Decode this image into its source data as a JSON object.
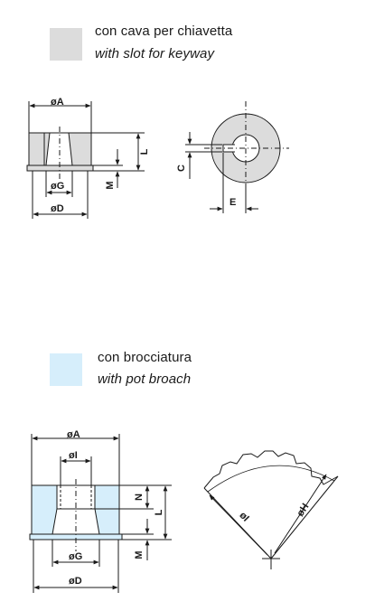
{
  "colors": {
    "keyway": "#dcdcdc",
    "broach": "#d6eefb",
    "line": "#1a1a1a"
  },
  "section_keyway": {
    "label_it": "con cava per chiavetta",
    "label_en": "with slot for keyway",
    "dims": {
      "A": "øA",
      "G": "øG",
      "D": "øD",
      "L": "L",
      "M": "M",
      "C": "C",
      "E": "E"
    }
  },
  "section_broach": {
    "label_it": "con brocciatura",
    "label_en": "with pot broach",
    "dims": {
      "A": "øA",
      "I": "øI",
      "G": "øG",
      "D": "øD",
      "N": "N",
      "L": "L",
      "M": "M",
      "I_arc": "øI",
      "H_arc": "øH"
    }
  }
}
